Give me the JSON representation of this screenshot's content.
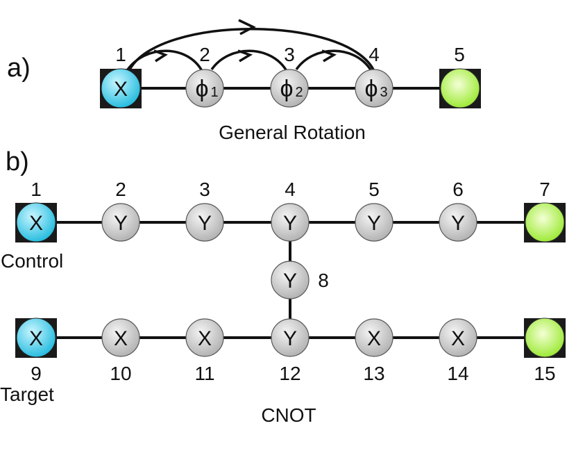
{
  "colors": {
    "input_node": "#39c7e6",
    "output_node": "#a8f03a",
    "gray_node": "#c9c9c9",
    "square_bg": "#1a1a1a",
    "edge": "#111111"
  },
  "panel_a": {
    "label": "a)",
    "caption": "General Rotation",
    "nodes": [
      {
        "id": "1",
        "kind": "input",
        "text": "X"
      },
      {
        "id": "2",
        "kind": "phi",
        "text": "ϕ",
        "sub": "1"
      },
      {
        "id": "3",
        "kind": "phi",
        "text": "ϕ",
        "sub": "2"
      },
      {
        "id": "4",
        "kind": "phi",
        "text": "ϕ",
        "sub": "3"
      },
      {
        "id": "5",
        "kind": "output",
        "text": ""
      }
    ]
  },
  "panel_b": {
    "label": "b)",
    "caption": "CNOT",
    "control_label": "Control",
    "target_label": "Target",
    "control_row": [
      {
        "id": "1",
        "kind": "input",
        "text": "X"
      },
      {
        "id": "2",
        "kind": "gray",
        "text": "Y"
      },
      {
        "id": "3",
        "kind": "gray",
        "text": "Y"
      },
      {
        "id": "4",
        "kind": "gray",
        "text": "Y"
      },
      {
        "id": "5",
        "kind": "gray",
        "text": "Y"
      },
      {
        "id": "6",
        "kind": "gray",
        "text": "Y"
      },
      {
        "id": "7",
        "kind": "output",
        "text": ""
      }
    ],
    "middle": {
      "id": "8",
      "kind": "gray",
      "text": "Y"
    },
    "target_row": [
      {
        "id": "9",
        "kind": "input",
        "text": "X"
      },
      {
        "id": "10",
        "kind": "gray",
        "text": "X"
      },
      {
        "id": "11",
        "kind": "gray",
        "text": "X"
      },
      {
        "id": "12",
        "kind": "gray",
        "text": "Y"
      },
      {
        "id": "13",
        "kind": "gray",
        "text": "X"
      },
      {
        "id": "14",
        "kind": "gray",
        "text": "X"
      },
      {
        "id": "15",
        "kind": "output",
        "text": ""
      }
    ]
  }
}
